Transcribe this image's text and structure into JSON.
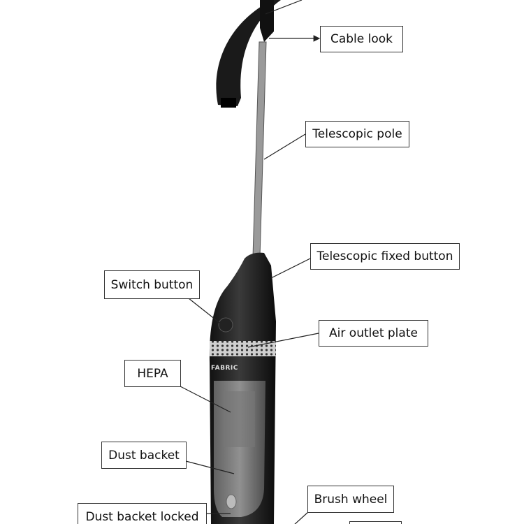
{
  "title": "Vacuum cleaner parts diagram",
  "brand_logo": "FABRIC",
  "labels": {
    "cable_look": "Cable look",
    "telescopic_pole": "Telescopic pole",
    "telescopic_fixed_button": "Telescopic fixed button",
    "switch_button": "Switch button",
    "air_outlet_plate": "Air outlet plate",
    "hepa": "HEPA",
    "dust_backet": "Dust backet",
    "dust_backet_locked": "Dust backet locked",
    "brush_wheel": "Brush wheel"
  }
}
